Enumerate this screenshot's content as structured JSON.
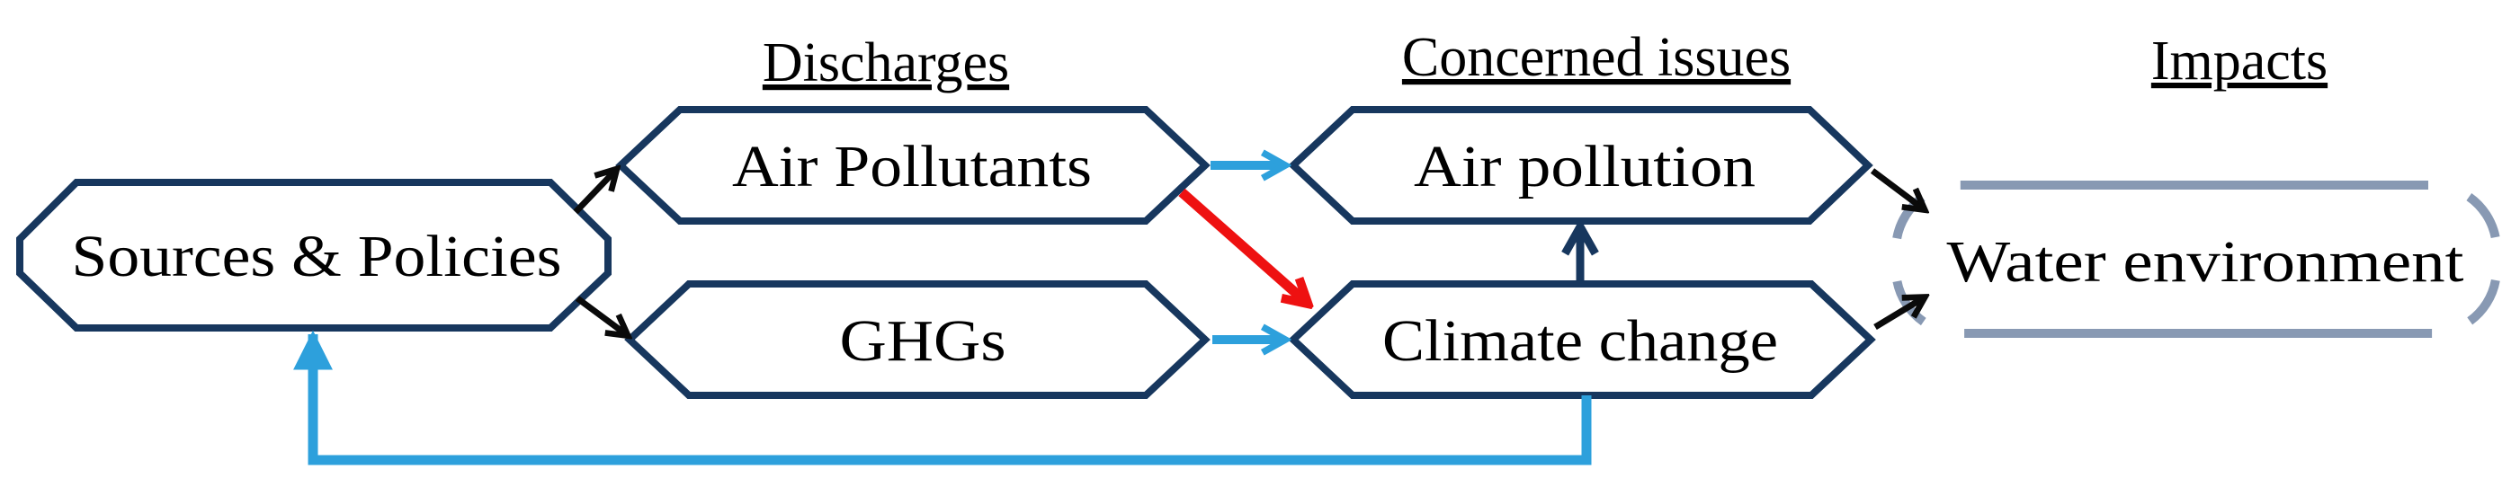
{
  "headers": {
    "discharges": "Discharges",
    "concerned_issues": "Concerned issues",
    "impacts": "Impacts"
  },
  "nodes": {
    "sources_policies": "Sources & Policies",
    "air_pollutants": "Air Pollutants",
    "ghgs": "GHGs",
    "air_pollution": "Air pollution",
    "climate_change": "Climate change",
    "water_environment": "Water environment"
  },
  "colors": {
    "box_border": "#17375e",
    "arrow_black": "#0a0a0a",
    "arrow_light_blue": "#2da0dc",
    "arrow_dark_blue": "#17375e",
    "arrow_red": "#ee1111",
    "dashed_border": "#8899b3",
    "text": "#000000",
    "background": "#ffffff"
  },
  "edges": [
    {
      "from": "Sources & Policies",
      "to": "Air Pollutants",
      "color": "black"
    },
    {
      "from": "Sources & Policies",
      "to": "GHGs",
      "color": "black"
    },
    {
      "from": "Air Pollutants",
      "to": "Air pollution",
      "color": "light_blue"
    },
    {
      "from": "GHGs",
      "to": "Climate change",
      "color": "light_blue"
    },
    {
      "from": "Air Pollutants",
      "to": "Climate change",
      "color": "red"
    },
    {
      "from": "Climate change",
      "to": "Air pollution",
      "color": "dark_blue"
    },
    {
      "from": "Air pollution",
      "to": "Water environment",
      "color": "black"
    },
    {
      "from": "Climate change",
      "to": "Water environment",
      "color": "black"
    },
    {
      "from": "Climate change",
      "to": "Sources & Policies",
      "color": "light_blue",
      "type": "feedback"
    }
  ]
}
